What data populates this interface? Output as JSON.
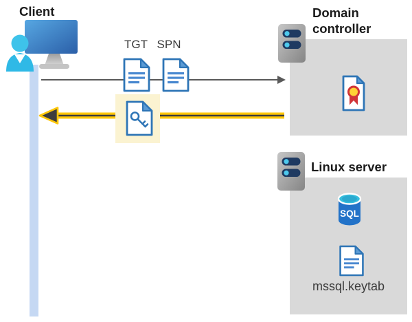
{
  "diagram": {
    "client": {
      "label": "Client"
    },
    "tickets": {
      "tgt": "TGT",
      "spn": "SPN"
    },
    "domain_controller": {
      "label": "Domain controller"
    },
    "linux_server": {
      "label": "Linux server",
      "keytab_file": "mssql.keytab"
    },
    "sql_badge": "SQL"
  },
  "colors": {
    "panel_gray": "#d9d9d9",
    "timeline_blue": "#c5d8f3",
    "highlight_yellow": "#fbf3d1",
    "arrow_gray": "#595959",
    "arrow_yellow": "#fec70a",
    "arrow_core": "#3d3d3d",
    "doc_blue": "#2e75b6",
    "doc_fold_blue": "#5b9bd5",
    "doc_line_blue": "#4a89d0",
    "cert_red": "#d13438",
    "cert_yellow": "#ffd335",
    "server_navy": "#1f3a61",
    "server_dot_cyan": "#4ec9ed",
    "sql_body_blue": "#2272c8",
    "sql_top_cyan": "#35bedd",
    "monitor_blue_light": "#57a7e2",
    "monitor_blue_dark": "#2b5fa8",
    "person_cyan": "#35bde8",
    "heading_text": "#1b1b1b",
    "body_text": "#3c3c3c"
  }
}
